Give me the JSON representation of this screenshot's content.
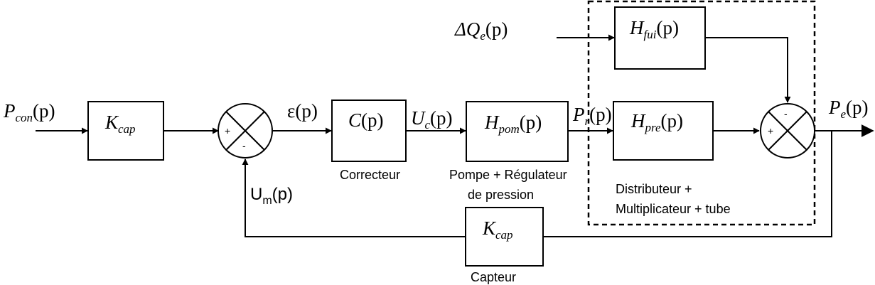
{
  "blocks": {
    "kcap_in": {
      "main": "K",
      "sub": "cap"
    },
    "corrector": {
      "main": "C",
      "args": "(p)"
    },
    "pump": {
      "main": "H",
      "sub": "pom",
      "args": "(p)"
    },
    "pressure": {
      "main": "H",
      "sub": "pre",
      "args": "(p)"
    },
    "leak": {
      "main": "H",
      "sub": "fui",
      "args": "(p)"
    },
    "kcap_fb": {
      "main": "K",
      "sub": "cap"
    }
  },
  "signals": {
    "input": {
      "main": "P",
      "sub": "con",
      "args": "(p)"
    },
    "error": {
      "main": "ε",
      "args": "(p)"
    },
    "command": {
      "main": "U",
      "sub": "c",
      "args": "(p)"
    },
    "pr": {
      "main": "P",
      "sub": "r",
      "args": "(p)"
    },
    "disturbance": {
      "main": "ΔQ",
      "sub": "e",
      "args": "(p)"
    },
    "output": {
      "main": "P",
      "sub": "e",
      "args": "(p)"
    },
    "measure": {
      "main": "U",
      "sub": "m",
      "args": "(p)"
    }
  },
  "captions": {
    "corrector": "Correcteur",
    "pump_line1": "Pompe + Régulateur",
    "pump_line2": "de pression",
    "distrib_line1": "Distributeur +",
    "distrib_line2": "Multiplicateur + tube",
    "sensor": "Capteur"
  },
  "signs": {
    "sum1_left": "+",
    "sum1_bottom": "-",
    "sum2_left": "+",
    "sum2_top": "-"
  }
}
